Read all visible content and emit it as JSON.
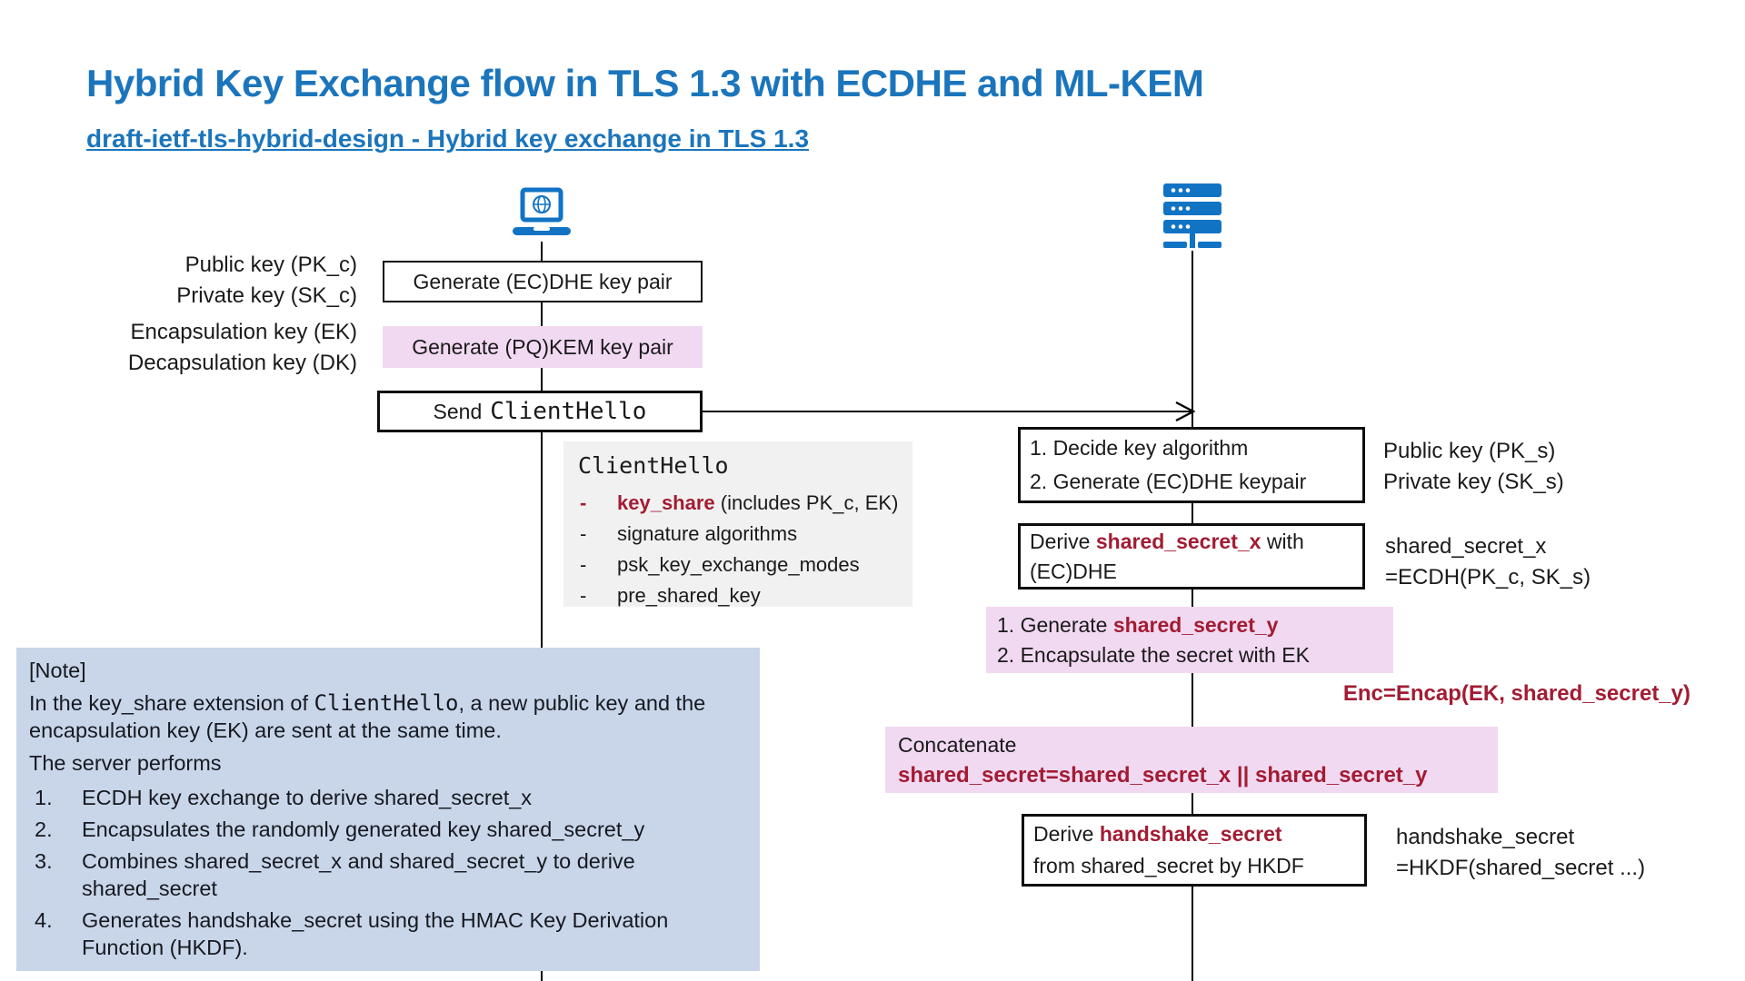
{
  "colors": {
    "title_blue": "#1B75BC",
    "icon_blue": "#1173C4",
    "dark_red": "#A21C33",
    "pink_highlight": "#F2D9F2",
    "gray_panel": "#F1F1F1",
    "note_blue": "#C9D6EA"
  },
  "header": {
    "title": "Hybrid Key Exchange flow in TLS 1.3 with ECDHE and ML-KEM",
    "subtitle": "draft-ietf-tls-hybrid-design - Hybrid key exchange in TLS 1.3"
  },
  "client": {
    "labels": {
      "pk": "Public key (PK_c)",
      "sk": "Private key (SK_c)",
      "ek": "Encapsulation key (EK)",
      "dk": "Decapsulation key (DK)"
    },
    "step_ecdhe": "Generate (EC)DHE key pair",
    "step_pqkem": "Generate (PQ)KEM key pair",
    "send": {
      "prefix": "Send",
      "code": "ClientHello"
    }
  },
  "client_hello": {
    "title": "ClientHello",
    "items": [
      {
        "dash": "-",
        "key": "key_share",
        "rest": " (includes PK_c, EK)"
      },
      {
        "dash": "-",
        "text": "signature algorithms"
      },
      {
        "dash": "-",
        "text": "psk_key_exchange_modes"
      },
      {
        "dash": "-",
        "text": "pre_shared_key"
      }
    ]
  },
  "server": {
    "labels": {
      "pk": "Public key (PK_s)",
      "sk": "Private key (SK_s)"
    },
    "decide_box": {
      "line1": "1. Decide key algorithm",
      "line2": "2. Generate (EC)DHE keypair"
    },
    "derive_x_box": {
      "prefix": "Derive ",
      "key": "shared_secret_x",
      "suffix": " with",
      "line2": "(EC)DHE"
    },
    "derive_x_side": {
      "line1": "shared_secret_x",
      "line2": "=ECDH(PK_c, SK_s)"
    },
    "encap_box": {
      "line1_prefix": "1. Generate ",
      "line1_key": "shared_secret_y",
      "line2": "2. Encapsulate the secret with EK"
    },
    "encap_side": "Enc=Encap(EK, shared_secret_y)",
    "concat_box": {
      "line1": "Concatenate",
      "line2": "shared_secret=shared_secret_x || shared_secret_y"
    },
    "handshake_box": {
      "prefix": "Derive ",
      "key": "handshake_secret",
      "line2": "from shared_secret by HKDF"
    },
    "handshake_side": {
      "line1": "handshake_secret",
      "line2": "=HKDF(shared_secret ...)"
    }
  },
  "note": {
    "title": "[Note]",
    "p1_before": "In the key_share extension of ",
    "p1_code": "ClientHello",
    "p1_after": ", a new public key and the encapsulation key (EK) are sent at the same time.",
    "p2": "The server performs",
    "items": [
      {
        "num": "1.",
        "text": "ECDH key exchange to derive shared_secret_x"
      },
      {
        "num": "2.",
        "text": "Encapsulates the randomly generated key shared_secret_y"
      },
      {
        "num": "3.",
        "text": "Combines shared_secret_x and shared_secret_y to derive shared_secret"
      },
      {
        "num": "4.",
        "text": "Generates handshake_secret using the HMAC Key Derivation Function (HKDF)."
      }
    ]
  }
}
